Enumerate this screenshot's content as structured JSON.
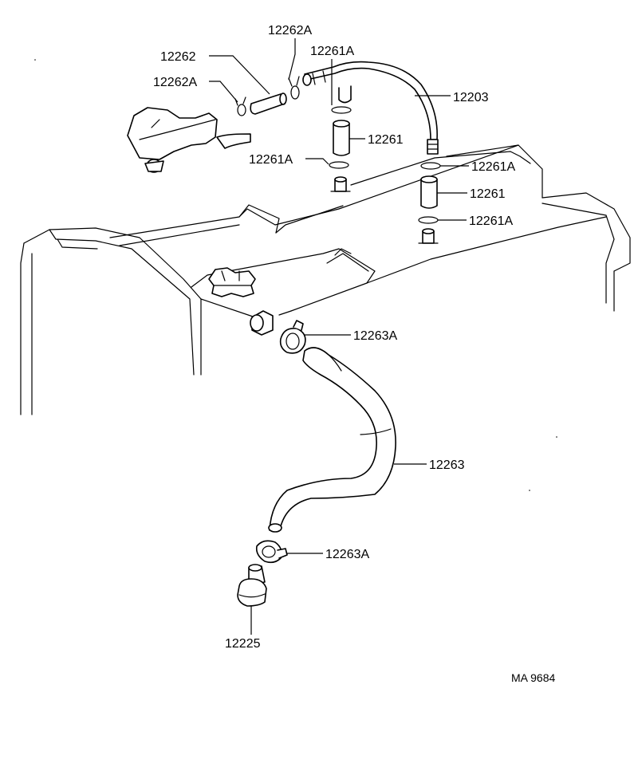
{
  "diagram": {
    "labels": {
      "p12262A_top": "12262A",
      "p12262": "12262",
      "p12262A_left": "12262A",
      "p12261A_top": "12261A",
      "p12203": "12203",
      "p12261_upper": "12261",
      "p12261A_left": "12261A",
      "p12261A_right1": "12261A",
      "p12261_lower": "12261",
      "p12261A_right2": "12261A",
      "p12263A_upper": "12263A",
      "p12263": "12263",
      "p12263A_lower": "12263A",
      "p12225": "12225"
    },
    "figure_code": "MA  9684"
  }
}
